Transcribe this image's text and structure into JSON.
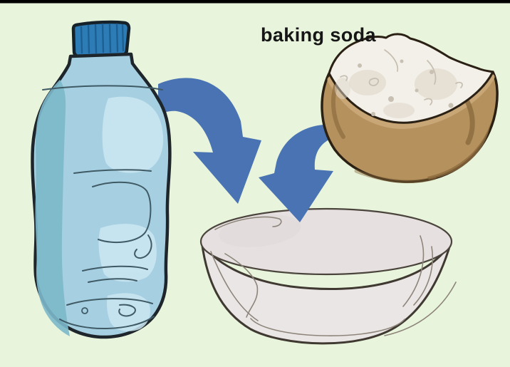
{
  "labels": {
    "baking_soda": "baking soda"
  },
  "colors": {
    "background": "#e8f5dc",
    "letterbox": "#000000",
    "label_text": "#161616",
    "arrow": "#4a73b4",
    "bottle_cap": "#2e7cb6",
    "bottle_cap_ridge": "#1d5f93",
    "bottle_body": "#a6d0e2",
    "bottle_shade": "#7cb8ca",
    "bottle_highlight": "#cbe7f2",
    "bottle_outline": "#1f262b",
    "bowl_wood": "#b5915d",
    "bowl_wood_dark": "#8d6c3f",
    "bowl_wood_light": "#c9a877",
    "bowl_outline": "#2a2013",
    "powder": "#f3f0e9",
    "powder_patch": "#ddd5c8",
    "mixing_bowl": "#eae6e5",
    "mixing_bowl_inner": "#e6e1e0",
    "mixing_bowl_outline": "#3f3932"
  },
  "scene": {
    "items": [
      "water-bottle",
      "baking-soda-bowl",
      "empty-mixing-bowl",
      "arrow-bottle-to-bowl",
      "arrow-soda-to-bowl"
    ]
  }
}
